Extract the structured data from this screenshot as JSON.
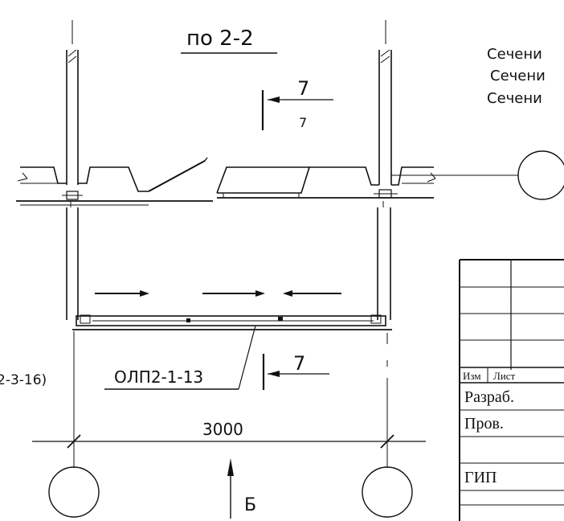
{
  "section_title": "по 2-2",
  "section_refs": [
    "Сечени",
    "Сечени",
    "Сечени"
  ],
  "cut_marks": {
    "upper_number": "7",
    "upper_small": "7",
    "lower_number": "7"
  },
  "left_ref_partial": "2-3-16)",
  "lintel_label": "ОЛП2-1-13",
  "dimension": "3000",
  "view_marker": "Б",
  "stamp": {
    "col_izm": "Изм",
    "col_list": "Лист",
    "row_razrab": "Разраб.",
    "row_prov": "Пров.",
    "row_gip": "ГИП"
  }
}
